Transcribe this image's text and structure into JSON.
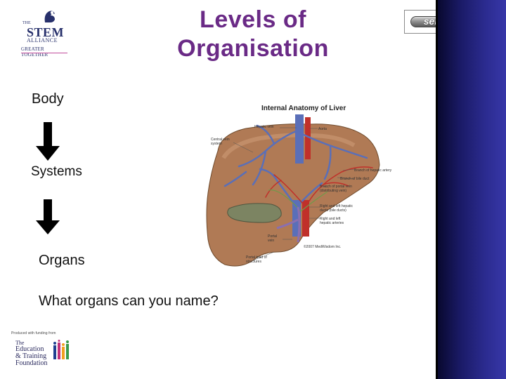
{
  "slide": {
    "title_line1": "Levels of",
    "title_line2": "Organisation",
    "levels": {
      "body": "Body",
      "systems": "Systems",
      "organs": "Organs"
    },
    "question": "What organs can you name?",
    "arrow_icon": "down-arrow-icon",
    "title_color": "#6a2a86"
  },
  "logos": {
    "stem": {
      "the": "THE",
      "name": "STEM",
      "alliance": "ALLIANCE",
      "tagline": "GREATER TOGETHER"
    },
    "semta": {
      "name": "semta"
    },
    "etf": {
      "small_text": "Produced with funding from",
      "line1": "The",
      "line2": "Education",
      "line3": "& Training",
      "line4": "Foundation"
    }
  },
  "figure": {
    "title": "Internal Anatomy of Liver",
    "labels": {
      "hepatic_vein": "Hepatic vein",
      "aorta": "Aorta",
      "central_vein": "Central vein",
      "central_vein_2": "system",
      "hepatic_artery": "Branch of hepatic artery",
      "bile_duct": "Branch of bile duct",
      "portal_vein_branch": "Branch of portal vein",
      "portal_vein_branch_2": "(distributing vein)",
      "hepatic_ducts": "Right and left hepatic",
      "hepatic_ducts_2": "ducts (bile ducts)",
      "hepatic_arteries": "Right and left",
      "hepatic_arteries_2": "hepatic arteries",
      "portal_vein": "Portal",
      "portal_vein_2": "vein",
      "copyright": "©2007 MedWisdom Inc.",
      "portal_triad": "Portal triad of",
      "portal_triad_2": "structures"
    }
  },
  "colors": {
    "sidebar_dark": "#07072a",
    "sidebar_light": "#3737a8",
    "liver": "#b07a55",
    "vein_blue": "#5a6fb8",
    "artery_red": "#c0302a",
    "gallbladder": "#7c8462"
  }
}
